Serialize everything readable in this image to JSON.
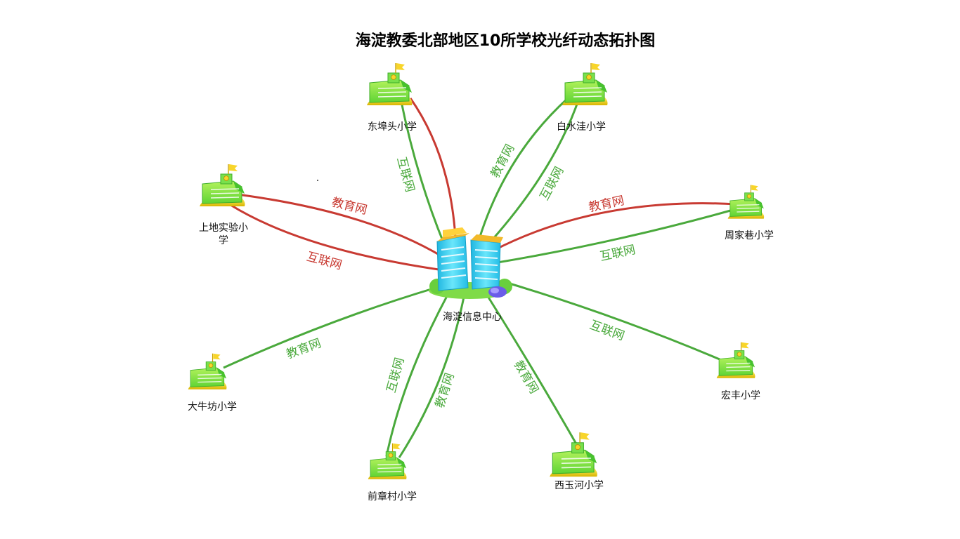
{
  "title": "海淀教委北部地区10所学校光纤动态拓扑图",
  "colors": {
    "internet_link": "#4aa93c",
    "edu_link": "#4aa93c",
    "alert_link": "#c83a32",
    "building_cyan": "#3fd3f0",
    "building_roof": "#f2b92a",
    "school_green": "#74e04a",
    "school_base": "#f2e21a",
    "flag": "#f8d52a"
  },
  "center": {
    "id": "hub",
    "label": "海淀信息中心",
    "icon": "data-center-building-icon"
  },
  "schools": [
    {
      "id": "dongbutou",
      "label": "东埠头小学",
      "icon": "school-icon"
    },
    {
      "id": "baishuiwa",
      "label": "白水洼小学",
      "icon": "school-icon"
    },
    {
      "id": "shangdi",
      "label": "上地实验小学",
      "icon": "school-icon"
    },
    {
      "id": "zhoujiaxiang",
      "label": "周家巷小学",
      "icon": "school-icon"
    },
    {
      "id": "daniufang",
      "label": "大牛坊小学",
      "icon": "school-icon"
    },
    {
      "id": "hongfeng",
      "label": "宏丰小学",
      "icon": "school-icon"
    },
    {
      "id": "qianzhangcun",
      "label": "前章村小学",
      "icon": "school-icon"
    },
    {
      "id": "xiyuhe",
      "label": "西玉河小学",
      "icon": "school-icon"
    }
  ],
  "links": [
    {
      "id": "dongbutou-internet",
      "school": "dongbutou",
      "label": "互联网",
      "status": "normal"
    },
    {
      "id": "dongbutou-edu",
      "school": "dongbutou",
      "label": "",
      "status": "alert"
    },
    {
      "id": "baishuiwa-edu",
      "school": "baishuiwa",
      "label": "教育网",
      "status": "normal"
    },
    {
      "id": "baishuiwa-internet",
      "school": "baishuiwa",
      "label": "互联网",
      "status": "normal"
    },
    {
      "id": "shangdi-edu",
      "school": "shangdi",
      "label": "教育网",
      "status": "alert"
    },
    {
      "id": "shangdi-internet",
      "school": "shangdi",
      "label": "互联网",
      "status": "alert"
    },
    {
      "id": "zhoujiaxiang-edu",
      "school": "zhoujiaxiang",
      "label": "教育网",
      "status": "alert"
    },
    {
      "id": "zhoujiaxiang-internet",
      "school": "zhoujiaxiang",
      "label": "互联网",
      "status": "normal"
    },
    {
      "id": "daniufang-edu",
      "school": "daniufang",
      "label": "教育网",
      "status": "normal"
    },
    {
      "id": "hongfeng-internet",
      "school": "hongfeng",
      "label": "互联网",
      "status": "normal"
    },
    {
      "id": "qianzhangcun-internet",
      "school": "qianzhangcun",
      "label": "互联网",
      "status": "normal"
    },
    {
      "id": "qianzhangcun-edu",
      "school": "qianzhangcun",
      "label": "教育网",
      "status": "normal"
    },
    {
      "id": "xiyuhe-edu",
      "school": "xiyuhe",
      "label": "教育网",
      "status": "normal"
    }
  ]
}
